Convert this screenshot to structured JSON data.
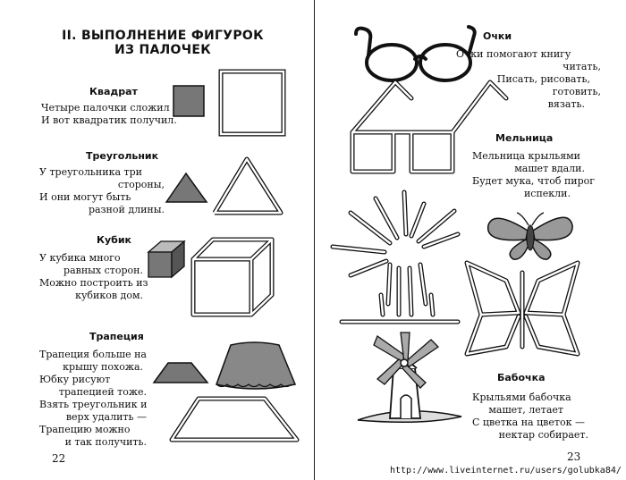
{
  "left_page": {
    "title_line1": "II. ВЫПОЛНЕНИЕ ФИГУРОК",
    "title_line2": "ИЗ ПАЛОЧЕК",
    "sections": {
      "square": {
        "heading": "Квадрат",
        "lines": [
          "Четыре палочки сложил",
          "И вот квадратик получил."
        ]
      },
      "triangle": {
        "heading": "Треугольник",
        "lines": [
          "У треугольника три",
          "стороны,",
          "И они могут быть",
          "разной длины."
        ]
      },
      "cube": {
        "heading": "Кубик",
        "lines": [
          "У кубика много",
          "равных сторон.",
          "Можно построить из",
          "кубиков дом."
        ]
      },
      "trapezoid": {
        "heading": "Трапеция",
        "lines": [
          "Трапеция больше на",
          "крышу похожа.",
          "Юбку рисуют",
          "трапецией тоже.",
          "Взять треугольник и",
          "верх удалить —",
          "Трапецию можно",
          "и так получить."
        ]
      }
    },
    "page_number": "22"
  },
  "right_page": {
    "sections": {
      "glasses": {
        "heading": "Очки",
        "lines": [
          "Очки помогают книгу",
          "читать,",
          "Писать, рисовать,",
          "готовить,",
          "вязать."
        ]
      },
      "mill": {
        "heading": "Мельница",
        "lines": [
          "Мельница крыльями",
          "машет вдали.",
          "Будет мука, чтоб пирог",
          "испекли."
        ]
      },
      "butterfly": {
        "heading": "Бабочка",
        "lines": [
          "Крыльями бабочка",
          "машет, летает",
          "С цветка на цветок —",
          "нектар собирает."
        ]
      }
    },
    "page_number": "23",
    "watermark_url": "http://www.liveinternet.ru/users/golubka84/"
  }
}
